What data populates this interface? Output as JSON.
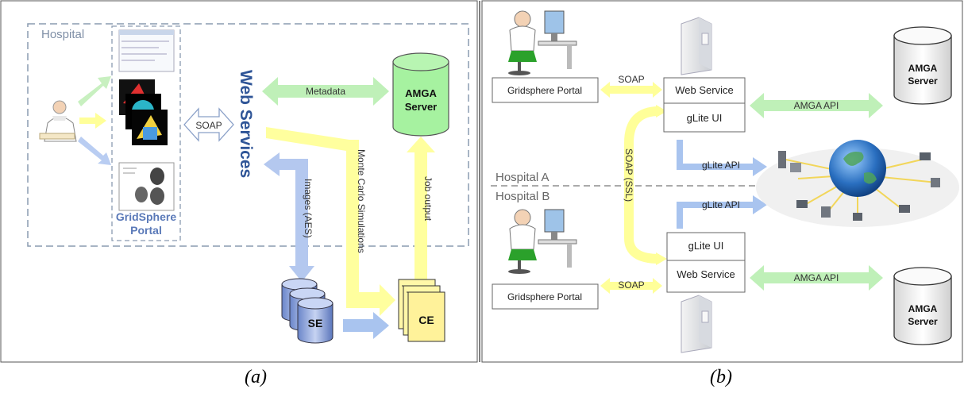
{
  "panel_a": {
    "caption": "(a)",
    "hospital_label": "Hospital",
    "portal_label_line1": "GridSphere",
    "portal_label_line2": "Portal",
    "soap_label": "SOAP",
    "web_services_label": "Web Services",
    "metadata_label": "Metadata",
    "amga_line1": "AMGA",
    "amga_line2": "Server",
    "monte_carlo_label": "Monte Carlo Simulations",
    "job_output_label": "Job output",
    "images_label": "Images (AES)",
    "se_label": "SE",
    "ce_label": "CE"
  },
  "panel_b": {
    "caption": "(b)",
    "portal_top": "Gridsphere Portal",
    "portal_bottom": "Gridsphere Portal",
    "soap_top": "SOAP",
    "soap_bottom": "SOAP",
    "soap_ssl": "SOAP (SSL)",
    "web_service_top": "Web Service",
    "glite_ui_top": "gLite UI",
    "glite_ui_bottom": "gLite UI",
    "web_service_bottom": "Web Service",
    "amga_api_top": "AMGA API",
    "amga_api_bottom": "AMGA API",
    "glite_api_top": "gLite API",
    "glite_api_bottom": "gLite API",
    "hospital_a": "Hospital A",
    "hospital_b": "Hospital B",
    "amga_top_line1": "AMGA",
    "amga_top_line2": "Server",
    "amga_bottom_line1": "AMGA",
    "amga_bottom_line2": "Server"
  },
  "colors": {
    "green_arrow": "#b8f0b0",
    "yellow_arrow": "#ffff99",
    "blue_arrow": "#a9c4ef",
    "amga_green": "#a6f2a0",
    "web_services_blue": "#2f5597"
  },
  "icons": [
    "doctor-icon",
    "doctor-at-computer-icon",
    "server-tower-icon",
    "globe-network-icon",
    "database-icon",
    "document-stack-icon",
    "screenshot-thumbnail"
  ]
}
